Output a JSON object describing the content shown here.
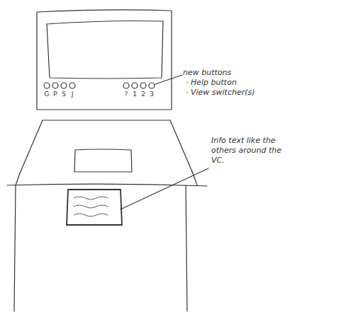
{
  "diagram": {
    "labels": [
      "G",
      "P",
      "S",
      "J",
      "?",
      "1",
      "2",
      "3",
      "new buttons",
      "· Help button",
      "· View switcher(s)",
      "Info text like the others around the VC."
    ]
  }
}
